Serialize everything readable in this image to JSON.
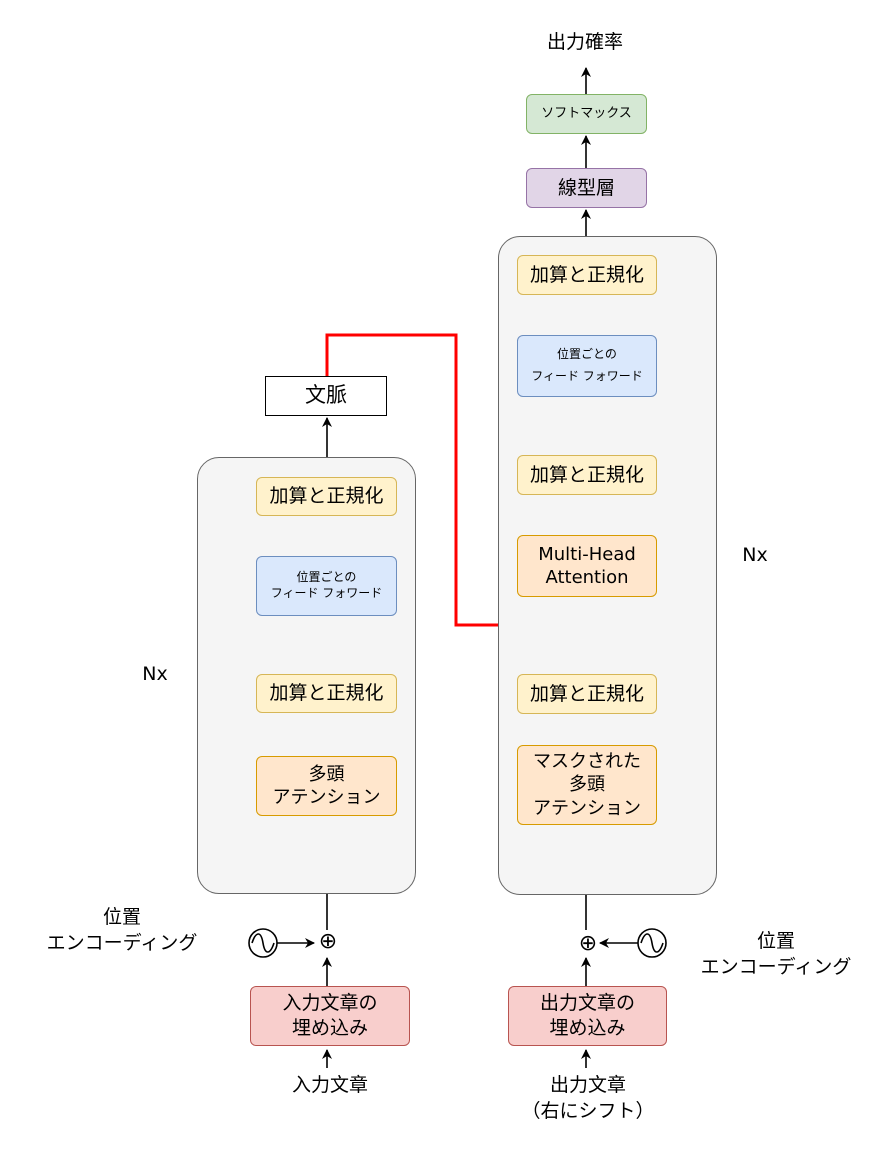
{
  "encoder": {
    "nx_label": "Nx",
    "add_norm_top": "加算と正規化",
    "ffn_line1": "位置ごとの",
    "ffn_line2": "フィード フォワード",
    "add_norm_bottom": "加算と正規化",
    "attention_line1": "多頭",
    "attention_line2": "アテンション",
    "embedding_line1": "入力文章の",
    "embedding_line2": "埋め込み",
    "input_label": "入力文章",
    "pos_encoding_line1": "位置",
    "pos_encoding_line2": "エンコーディング"
  },
  "context_label": "文脈",
  "decoder": {
    "nx_label": "Nx",
    "add_norm_top": "加算と正規化",
    "ffn_line1": "位置ごとの",
    "ffn_line2": "フィード フォワード",
    "add_norm_middle": "加算と正規化",
    "mha_line1": "Multi-Head",
    "mha_line2": "Attention",
    "add_norm_bottom": "加算と正規化",
    "masked_line1": "マスクされた",
    "masked_line2": "多頭",
    "masked_line3": "アテンション",
    "embedding_line1": "出力文章の",
    "embedding_line2": "埋め込み",
    "output_label_line1": "出力文章",
    "output_label_line2": "（右にシフト）",
    "pos_encoding_line1": "位置",
    "pos_encoding_line2": "エンコーディング"
  },
  "linear_label": "線型層",
  "softmax_label": "ソフトマックス",
  "output_prob_label": "出力確率",
  "add_symbol": "⊕",
  "colors": {
    "context_line": "#ff0000",
    "decoder_query_line": "#0000cc"
  }
}
